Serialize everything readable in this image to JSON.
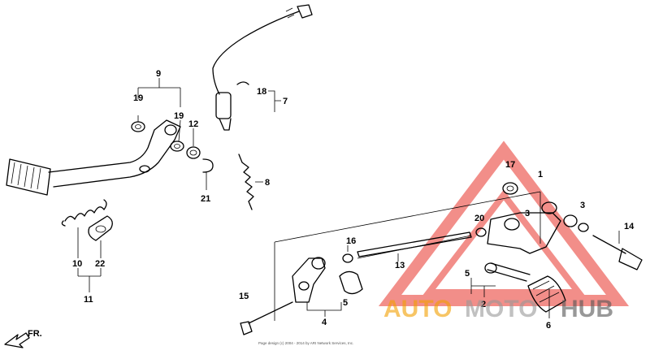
{
  "labels": {
    "p9": "9",
    "p19a": "19",
    "p19b": "19",
    "p12": "12",
    "p21": "21",
    "p10": "10",
    "p22": "22",
    "p11": "11",
    "p18": "18",
    "p7": "7",
    "p8": "8",
    "p17": "17",
    "p1": "1",
    "p3a": "3",
    "p3b": "3",
    "p20": "20",
    "p14": "14",
    "p16": "16",
    "p13": "13",
    "p5a": "5",
    "p5b": "5",
    "p2": "2",
    "p4": "4",
    "p6": "6",
    "p15": "15"
  },
  "direction": {
    "text": "FR."
  },
  "copyright": {
    "text": "Page design (c) 2004 - 2014 by ARI Network Services, Inc."
  },
  "watermark": {
    "auto": "AUTO",
    "moto": "MOTO",
    "hub": "HUB"
  },
  "colors": {
    "watermark_red": "#e8332a",
    "watermark_orange": "#f2a000",
    "watermark_gray": "#555555",
    "line": "#000000"
  }
}
